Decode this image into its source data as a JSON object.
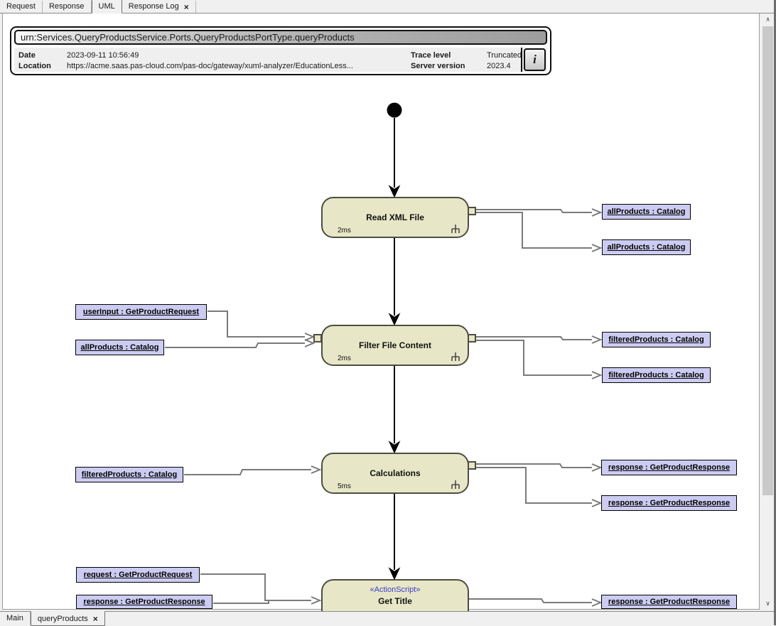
{
  "top_tabs": {
    "items": [
      {
        "label": "Request"
      },
      {
        "label": "Response"
      },
      {
        "label": "UML"
      },
      {
        "label": "Response Log"
      }
    ],
    "active_label": "UML"
  },
  "header": {
    "title": "urn:Services.QueryProductsService.Ports.QueryProductsPortType.queryProducts",
    "date_label": "Date",
    "date_value": "2023-09-11 10:56:49",
    "location_label": "Location",
    "location_value": "https://acme.saas.pas-cloud.com/pas-doc/gateway/xuml-analyzer/EducationLess...",
    "trace_label": "Trace level",
    "trace_value": "Truncated",
    "server_label": "Server version",
    "server_value": "2023.4"
  },
  "diagram": {
    "activities": [
      {
        "title": "Read XML File",
        "duration": "2ms"
      },
      {
        "title": "Filter File Content",
        "duration": "2ms"
      },
      {
        "title": "Calculations",
        "duration": "5ms"
      },
      {
        "title": "Get Title",
        "stereotype": "«ActionScript»"
      }
    ],
    "objects": [
      {
        "label": "allProducts : Catalog"
      },
      {
        "label": "allProducts : Catalog"
      },
      {
        "label": "userInput : GetProductRequest"
      },
      {
        "label": "allProducts : Catalog"
      },
      {
        "label": "filteredProducts : Catalog"
      },
      {
        "label": "filteredProducts : Catalog"
      },
      {
        "label": "filteredProducts : Catalog"
      },
      {
        "label": "response : GetProductResponse"
      },
      {
        "label": "response : GetProductResponse"
      },
      {
        "label": "request : GetProductRequest"
      },
      {
        "label": "response : GetProductResponse"
      },
      {
        "label": "response : GetProductResponse"
      }
    ]
  },
  "bottom_tabs": {
    "items": [
      {
        "label": "Main"
      },
      {
        "label": "queryProducts"
      }
    ],
    "active_label": "queryProducts"
  },
  "icons": {
    "close": "×",
    "info": "i",
    "scroll_up": "∧",
    "scroll_down": "∨"
  },
  "colors": {
    "activity_fill": "#e7e7c7",
    "activity_border": "#4d4d42",
    "object_fill": "#ccccf2",
    "stereotype_blue": "#3a3ac6",
    "connector_gray": "#7a7a7a",
    "flow_black": "#000000"
  }
}
